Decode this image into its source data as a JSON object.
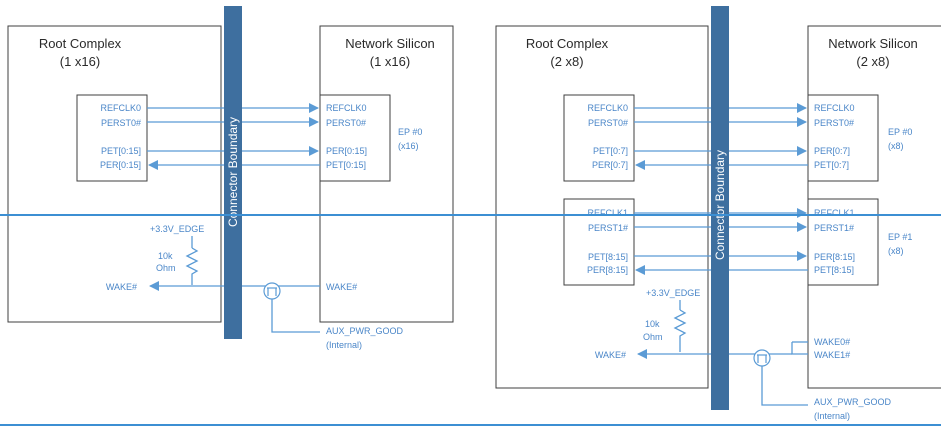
{
  "left": {
    "root_title": "Root Complex",
    "root_sub": "(1 x16)",
    "net_title": "Network Silicon",
    "net_sub": "(1 x16)",
    "boundary": "Connector Boundary",
    "rc_signals": [
      "REFCLK0",
      "PERST0#",
      "PET[0:15]",
      "PER[0:15]"
    ],
    "ns_signals": [
      "REFCLK0",
      "PERST0#",
      "PER[0:15]",
      "PET[0:15]"
    ],
    "ep_label": "EP #0",
    "ep_width": "(x16)",
    "supply": "+3.3V_EDGE",
    "resistor": "10k",
    "resistor_unit": "Ohm",
    "rc_wake": "WAKE#",
    "ns_wake": "WAKE#",
    "aux": "AUX_PWR_GOOD",
    "aux_sub": "(Internal)"
  },
  "right": {
    "root_title": "Root Complex",
    "root_sub": "(2 x8)",
    "net_title": "Network Silicon",
    "net_sub": "(2 x8)",
    "boundary": "Connector Boundary",
    "rc0_signals": [
      "REFCLK0",
      "PERST0#",
      "PET[0:7]",
      "PER[0:7]"
    ],
    "ns0_signals": [
      "REFCLK0",
      "PERST0#",
      "PER[0:7]",
      "PET[0:7]"
    ],
    "ep0_label": "EP #0",
    "ep0_width": "(x8)",
    "rc1_signals": [
      "REFCLK1",
      "PERST1#",
      "PET[8:15]",
      "PER[8:15]"
    ],
    "ns1_signals": [
      "REFCLK1",
      "PERST1#",
      "PER[8:15]",
      "PET[8:15]"
    ],
    "ep1_label": "EP #1",
    "ep1_width": "(x8)",
    "supply": "+3.3V_EDGE",
    "resistor": "10k",
    "resistor_unit": "Ohm",
    "rc_wake": "WAKE#",
    "ns_wake0": "WAKE0#",
    "ns_wake1": "WAKE1#",
    "aux": "AUX_PWR_GOOD",
    "aux_sub": "(Internal)"
  },
  "colors": {
    "wire": "#5b9bd5",
    "bar": "#3e6f9f",
    "rule": "#3c8fd3"
  }
}
